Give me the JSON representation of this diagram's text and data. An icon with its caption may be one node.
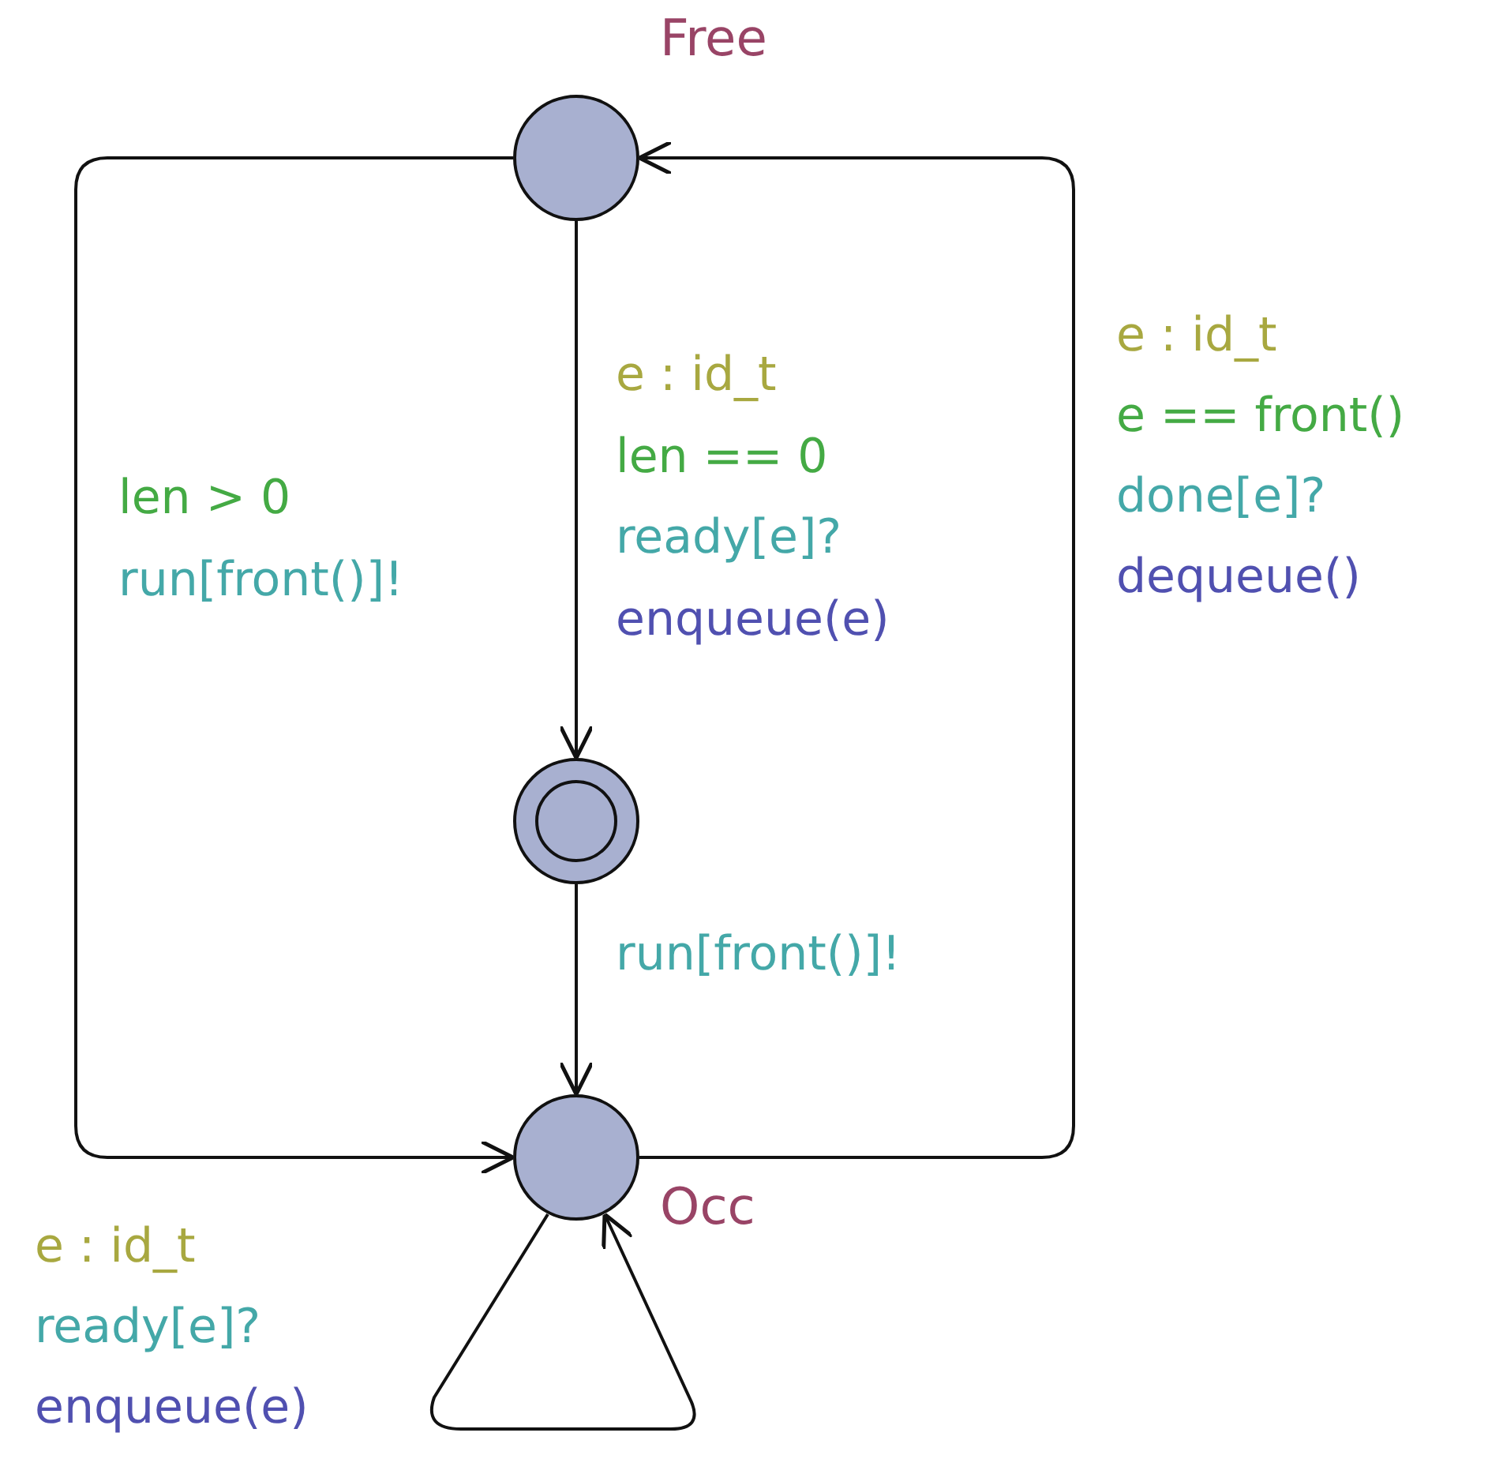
{
  "diagram": {
    "nodes": [
      {
        "text": [],
        "shape": "circle",
        "beside": [
          "Free"
        ]
      },
      {
        "text": [],
        "shape": "circle"
      },
      {
        "text": [],
        "shape": "circle",
        "beside": [
          "Occ"
        ]
      }
    ],
    "edges": [
      {
        "from": 0,
        "to": 1,
        "arrow": "to"
      },
      {
        "from": 0,
        "to": 2,
        "arrow": "to"
      },
      {
        "from": 1,
        "to": 2,
        "arrow": "to"
      },
      {
        "from": 2,
        "to": 0,
        "arrow": "to"
      },
      {
        "from": 2,
        "to": 2,
        "arrow": "to"
      }
    ],
    "labels": [
      "e : id_t",
      "e : id_t",
      "e == front()",
      "len == 0",
      "len > 0",
      "done[e]?",
      "ready[e]?",
      "run[front()]!",
      "dequeue()",
      "enqueue(e)",
      "run[front()]!",
      "e : id_t",
      "ready[e]?",
      "enqueue(e)"
    ]
  }
}
